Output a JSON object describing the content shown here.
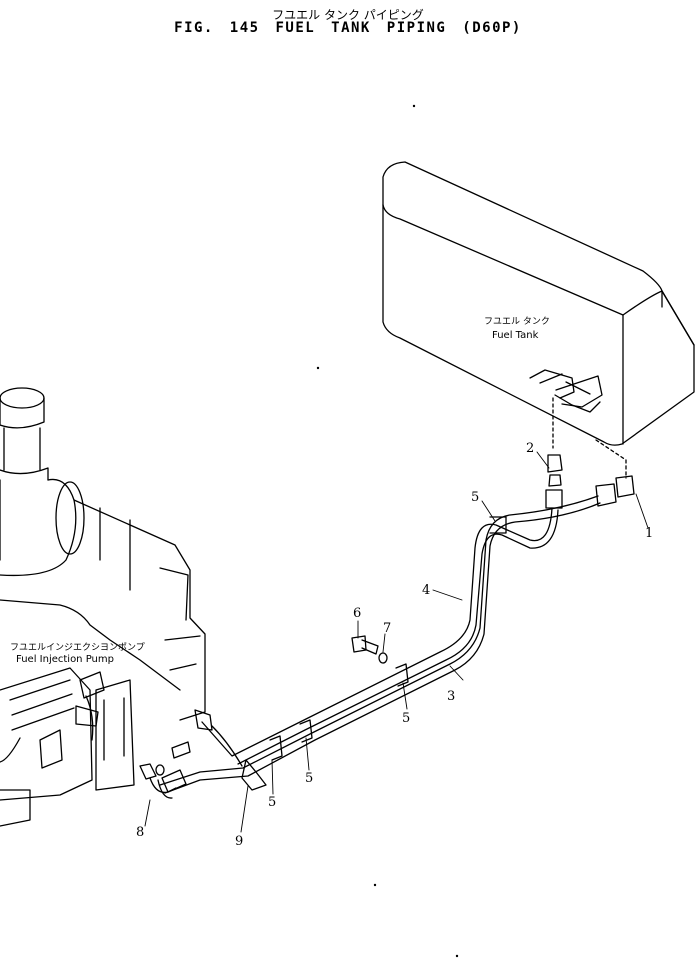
{
  "header": {
    "title_jp": "フユエル タンク パイピング",
    "title": "FIG. 145  FUEL TANK PIPING (D60P)"
  },
  "fuel_tank": {
    "label_jp": "フユエル タンク",
    "label_en": "Fuel Tank"
  },
  "injection_pump": {
    "label_jp": "フユエルインジエクシヨンポンプ",
    "label_en": "Fuel Injection Pump"
  },
  "callouts": [
    "1",
    "2",
    "3",
    "4",
    "5",
    "5",
    "5",
    "5",
    "6",
    "7",
    "8",
    "9"
  ]
}
